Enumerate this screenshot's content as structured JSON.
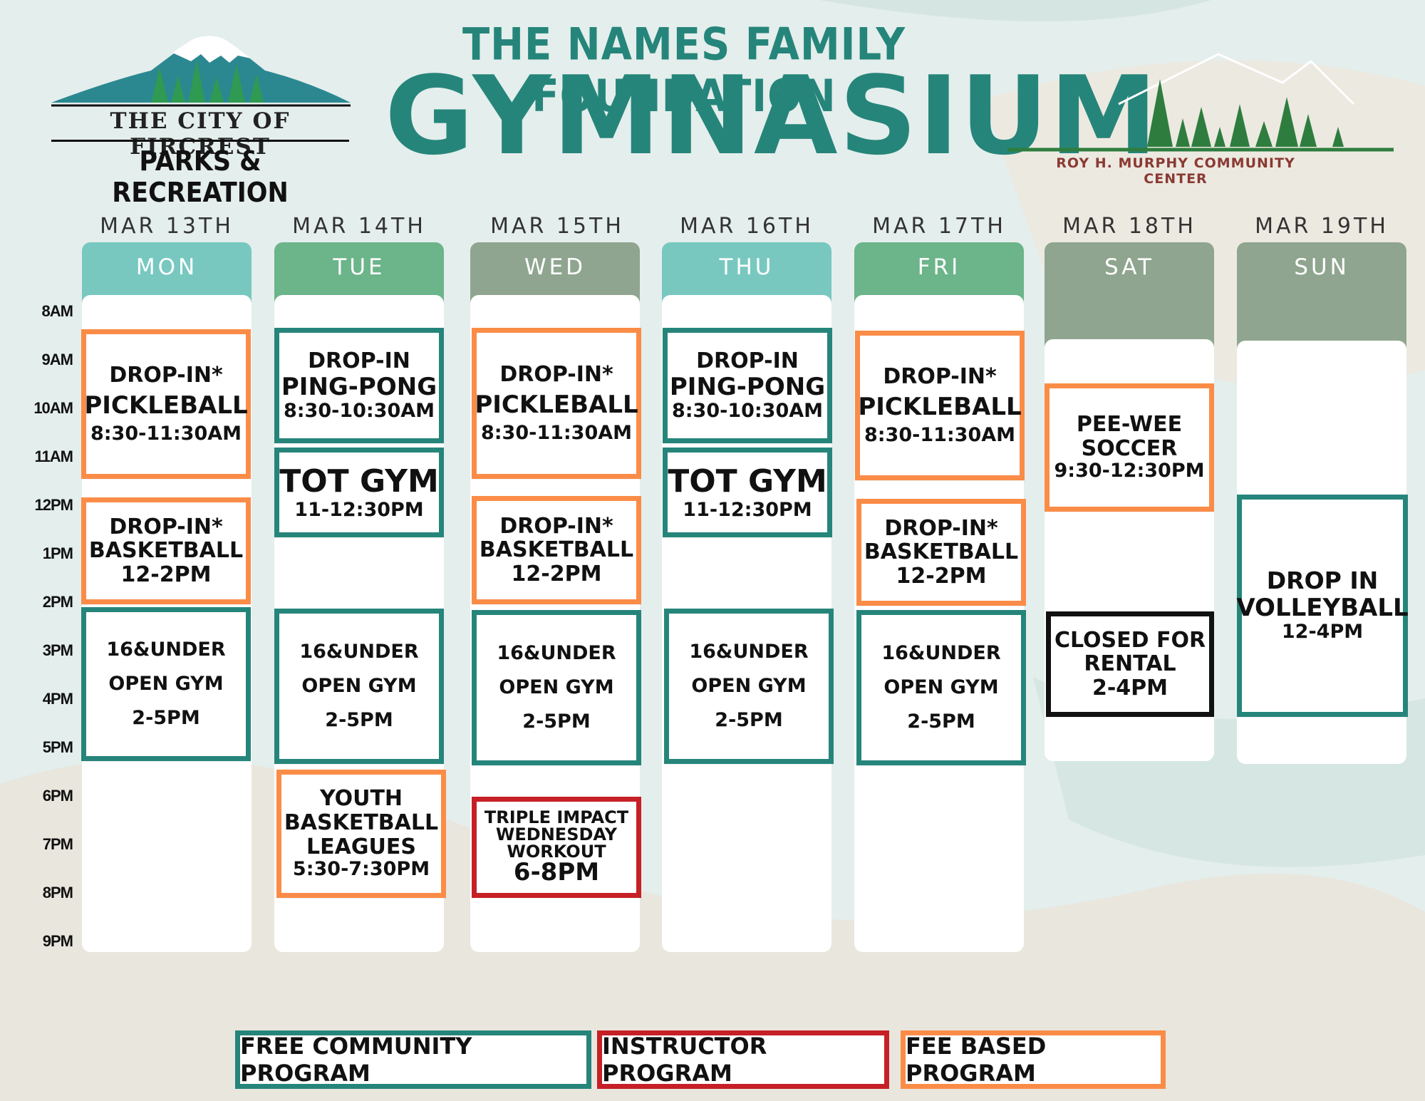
{
  "header": {
    "title_top": "THE NAMES FAMILY FOUNDATION",
    "title_main": "GYMNASIUM",
    "logo_left": {
      "line1": "THE CITY OF FIRCREST",
      "line2": "PARKS & RECREATION"
    },
    "logo_right": {
      "caption": "ROY H. MURPHY COMMUNITY CENTER"
    }
  },
  "times": [
    "8AM",
    "9AM",
    "10AM",
    "11AM",
    "12PM",
    "1PM",
    "2PM",
    "3PM",
    "4PM",
    "5PM",
    "6PM",
    "7PM",
    "8PM",
    "9PM"
  ],
  "days": [
    {
      "date": "MAR 13TH",
      "name": "MON"
    },
    {
      "date": "MAR 14TH",
      "name": "TUE"
    },
    {
      "date": "MAR 15TH",
      "name": "WED"
    },
    {
      "date": "MAR 16TH",
      "name": "THU"
    },
    {
      "date": "MAR 17TH",
      "name": "FRI"
    },
    {
      "date": "MAR 18TH",
      "name": "SAT"
    },
    {
      "date": "MAR 19TH",
      "name": "SUN"
    }
  ],
  "events": {
    "mon": [
      {
        "type": "fee",
        "lines": [
          "DROP-IN*",
          "PICKLEBALL",
          "8:30-11:30AM"
        ]
      },
      {
        "type": "fee",
        "lines": [
          "DROP-IN*",
          "BASKETBALL",
          "12-2PM"
        ]
      },
      {
        "type": "free",
        "lines": [
          "16&UNDER",
          "OPEN GYM",
          "2-5PM"
        ]
      }
    ],
    "tue": [
      {
        "type": "free",
        "lines": [
          "DROP-IN",
          "PING-PONG",
          "8:30-10:30AM"
        ]
      },
      {
        "type": "free",
        "lines": [
          "TOT GYM",
          "11-12:30PM"
        ]
      },
      {
        "type": "free",
        "lines": [
          "16&UNDER",
          "OPEN GYM",
          "2-5PM"
        ]
      },
      {
        "type": "fee",
        "lines": [
          "YOUTH",
          "BASKETBALL",
          "LEAGUES",
          "5:30-7:30PM"
        ]
      }
    ],
    "wed": [
      {
        "type": "fee",
        "lines": [
          "DROP-IN*",
          "PICKLEBALL",
          "8:30-11:30AM"
        ]
      },
      {
        "type": "fee",
        "lines": [
          "DROP-IN*",
          "BASKETBALL",
          "12-2PM"
        ]
      },
      {
        "type": "free",
        "lines": [
          "16&UNDER",
          "OPEN GYM",
          "2-5PM"
        ]
      },
      {
        "type": "instr",
        "lines": [
          "TRIPLE IMPACT",
          "WEDNESDAY",
          "WORKOUT",
          "6-8PM"
        ]
      }
    ],
    "thu": [
      {
        "type": "free",
        "lines": [
          "DROP-IN",
          "PING-PONG",
          "8:30-10:30AM"
        ]
      },
      {
        "type": "free",
        "lines": [
          "TOT GYM",
          "11-12:30PM"
        ]
      },
      {
        "type": "free",
        "lines": [
          "16&UNDER",
          "OPEN GYM",
          "2-5PM"
        ]
      }
    ],
    "fri": [
      {
        "type": "fee",
        "lines": [
          "DROP-IN*",
          "PICKLEBALL",
          "8:30-11:30AM"
        ]
      },
      {
        "type": "fee",
        "lines": [
          "DROP-IN*",
          "BASKETBALL",
          "12-2PM"
        ]
      },
      {
        "type": "free",
        "lines": [
          "16&UNDER",
          "OPEN GYM",
          "2-5PM"
        ]
      }
    ],
    "sat": [
      {
        "type": "fee",
        "lines": [
          "PEE-WEE",
          "SOCCER",
          "9:30-12:30PM"
        ]
      },
      {
        "type": "closed",
        "lines": [
          "CLOSED FOR",
          "RENTAL",
          "2-4PM"
        ]
      }
    ],
    "sun": [
      {
        "type": "free",
        "lines": [
          "DROP IN",
          "VOLLEYBALL",
          "12-4PM"
        ]
      }
    ]
  },
  "legend": [
    {
      "type": "free",
      "label": "FREE COMMUNITY PROGRAM"
    },
    {
      "type": "instr",
      "label": "INSTRUCTOR PROGRAM"
    },
    {
      "type": "fee",
      "label": "FEE BASED PROGRAM"
    }
  ],
  "colors": {
    "free": "#26857a",
    "instructor": "#c62026",
    "fee": "#fb8c47",
    "closed": "#111111",
    "title": "#26857a",
    "head_teal": "#78c8c0",
    "head_green": "#6cb48a",
    "head_sage": "#8fa58f"
  }
}
